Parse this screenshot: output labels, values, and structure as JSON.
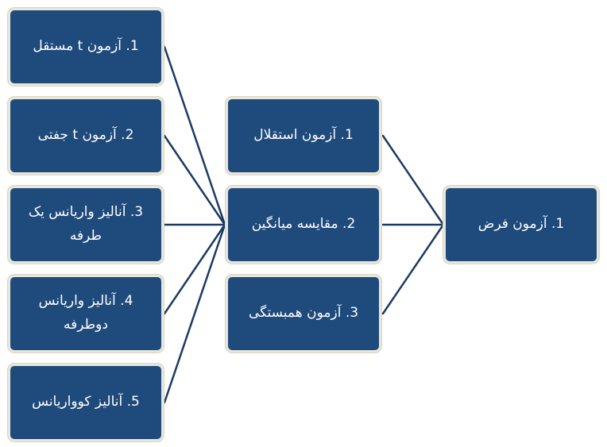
{
  "diagram": {
    "root": {
      "label": "1. آزمون فرض"
    },
    "categories": [
      {
        "label": "1. آزمون استقلال"
      },
      {
        "label": "2. مقایسه میانگین"
      },
      {
        "label": "3. آزمون همبستگی"
      }
    ],
    "methods": [
      {
        "label": "1. آزمون t مستقل"
      },
      {
        "label": "2. آزمون t جفتی"
      },
      {
        "label": "3. آنالیز واریانس یک طرفه"
      },
      {
        "label": "4. آنالیز واریانس دوطرفه"
      },
      {
        "label": "5. آنالیز کوواریانس"
      }
    ],
    "colors": {
      "box_fill": "#1f4a7c",
      "box_border": "#e9e7da",
      "connector": "#1b3a63",
      "text": "#ffffff"
    }
  }
}
